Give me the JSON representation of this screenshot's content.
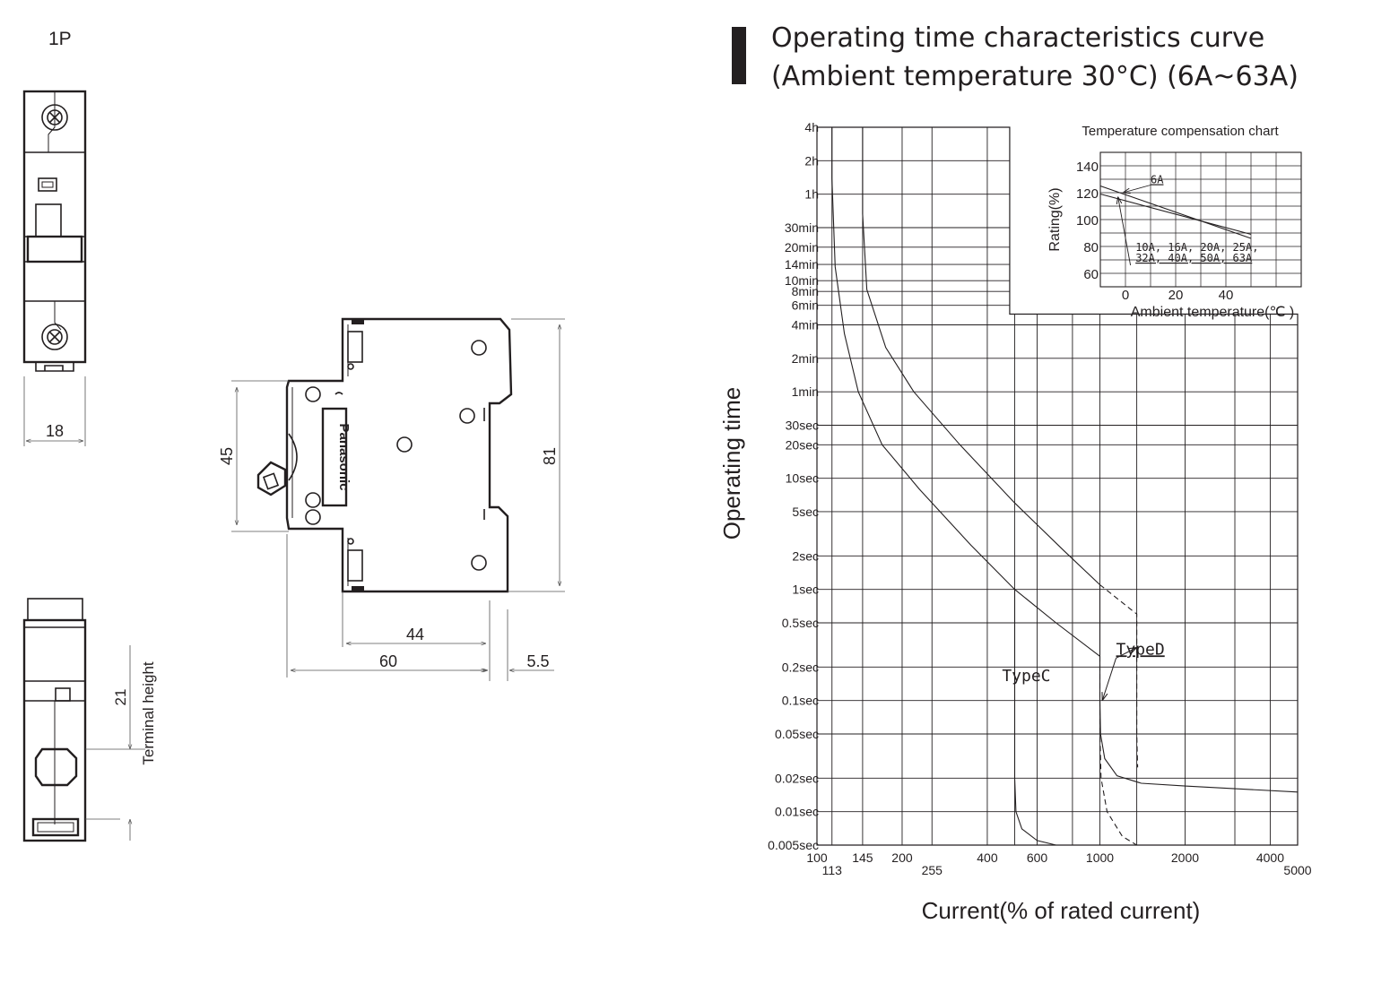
{
  "drawings": {
    "pole_label": "1P",
    "front_width": "18",
    "terminal_value": "21",
    "terminal_label": "Terminal height",
    "side_height_45": "45",
    "side_height_81": "81",
    "side_width_44": "44",
    "side_width_60": "60",
    "side_width_5_5": "5.5",
    "brand": "Panasonic"
  },
  "title": {
    "line1": "Operating time characteristics curve",
    "line2": "(Ambient temperature 30°C) (6A~63A)"
  },
  "chart_data": [
    {
      "type": "line",
      "title": "",
      "xlabel": "Current(% of rated current)",
      "ylabel": "Operating time",
      "xscale": "log",
      "yscale": "log",
      "xlim": [
        100,
        5000
      ],
      "ylim_seconds": [
        0.005,
        14400
      ],
      "x_tick_labels": [
        {
          "label": "100",
          "value": 100
        },
        {
          "label": "113",
          "value": 113
        },
        {
          "label": "145",
          "value": 145
        },
        {
          "label": "200",
          "value": 200
        },
        {
          "label": "255",
          "value": 255
        },
        {
          "label": "400",
          "value": 400
        },
        {
          "label": "600",
          "value": 600
        },
        {
          "label": "1000",
          "value": 1000
        },
        {
          "label": "2000",
          "value": 2000
        },
        {
          "label": "4000",
          "value": 4000
        },
        {
          "label": "5000",
          "value": 5000
        }
      ],
      "y_tick_labels": [
        {
          "label": "4h",
          "value": 14400
        },
        {
          "label": "2h",
          "value": 7200
        },
        {
          "label": "1h",
          "value": 3600
        },
        {
          "label": "30min",
          "value": 1800
        },
        {
          "label": "20min",
          "value": 1200
        },
        {
          "label": "14min",
          "value": 840
        },
        {
          "label": "10min",
          "value": 600
        },
        {
          "label": "8min",
          "value": 480
        },
        {
          "label": "6min",
          "value": 360
        },
        {
          "label": "4min",
          "value": 240
        },
        {
          "label": "2min",
          "value": 120
        },
        {
          "label": "1min",
          "value": 60
        },
        {
          "label": "30sec",
          "value": 30
        },
        {
          "label": "20sec",
          "value": 20
        },
        {
          "label": "10sec",
          "value": 10
        },
        {
          "label": "5sec",
          "value": 5
        },
        {
          "label": "2sec",
          "value": 2
        },
        {
          "label": "1sec",
          "value": 1
        },
        {
          "label": "0.5sec",
          "value": 0.5
        },
        {
          "label": "0.2sec",
          "value": 0.2
        },
        {
          "label": "0.1sec",
          "value": 0.1
        },
        {
          "label": "0.05sec",
          "value": 0.05
        },
        {
          "label": "0.02sec",
          "value": 0.02
        },
        {
          "label": "0.01sec",
          "value": 0.01
        },
        {
          "label": "0.005sec",
          "value": 0.005
        }
      ],
      "grid": true,
      "annotations": [
        {
          "text": "TypeC",
          "x": 640,
          "y": 0.12
        },
        {
          "text": "TypeD",
          "x": 1550,
          "y": 0.25
        }
      ],
      "series": [
        {
          "name": "",
          "style": "solid",
          "points": [
            [
              113,
              14400
            ],
            [
              113,
              5000
            ],
            [
              116,
              800
            ],
            [
              125,
              200
            ],
            [
              140,
              60
            ],
            [
              170,
              20
            ],
            [
              230,
              8
            ],
            [
              350,
              2.5
            ],
            [
              500,
              1.0
            ],
            [
              700,
              0.5
            ],
            [
              1000,
              0.25
            ]
          ]
        },
        {
          "name": "",
          "style": "solid",
          "points": [
            [
              145,
              14400
            ],
            [
              145,
              2400
            ],
            [
              150,
              500
            ],
            [
              175,
              150
            ],
            [
              220,
              60
            ],
            [
              320,
              20
            ],
            [
              500,
              6
            ],
            [
              750,
              2.2
            ],
            [
              1000,
              1.1
            ]
          ]
        },
        {
          "name": "",
          "style": "solid",
          "note": "TypeC instantaneous trip",
          "points": [
            [
              500,
              1.0
            ],
            [
              500,
              0.5
            ],
            [
              500,
              0.1
            ],
            [
              500,
              0.02
            ],
            [
              505,
              0.01
            ],
            [
              530,
              0.007
            ],
            [
              600,
              0.0055
            ],
            [
              700,
              0.005
            ]
          ]
        },
        {
          "name": "",
          "style": "solid",
          "note": "TypeD instantaneous trip",
          "points": [
            [
              1000,
              1.1
            ],
            [
              1000,
              0.25
            ],
            [
              1000,
              0.1
            ],
            [
              1005,
              0.05
            ],
            [
              1040,
              0.03
            ],
            [
              1150,
              0.021
            ],
            [
              1400,
              0.018
            ],
            [
              2000,
              0.017
            ],
            [
              5000,
              0.015
            ]
          ]
        },
        {
          "name": "",
          "style": "dashed",
          "points": [
            [
              1000,
              1.1
            ],
            [
              1350,
              0.6
            ],
            [
              1350,
              0.2
            ],
            [
              1350,
              0.05
            ],
            [
              1360,
              0.025
            ]
          ]
        },
        {
          "name": "",
          "style": "dashed",
          "points": [
            [
              1000,
              0.25
            ],
            [
              1000,
              0.05
            ],
            [
              1010,
              0.02
            ],
            [
              1060,
              0.01
            ],
            [
              1200,
              0.006
            ],
            [
              1350,
              0.005
            ]
          ]
        }
      ]
    },
    {
      "type": "line",
      "title": "Temperature compensation chart",
      "xlabel": "Ambient temperature(℃ )",
      "ylabel": "Rating(%)",
      "xlim": [
        -10,
        70
      ],
      "ylim": [
        50,
        150
      ],
      "x_ticks": [
        0,
        20,
        40
      ],
      "y_ticks": [
        60,
        80,
        100,
        120,
        140
      ],
      "grid": true,
      "annotations": [
        {
          "text": "6A",
          "x": 10,
          "y": 131
        },
        {
          "text": "10A, 16A, 20A, 25A",
          "x": 4,
          "y": 80
        },
        {
          "text": "32A, 40A, 50A, 63A",
          "x": 4,
          "y": 72
        }
      ],
      "series": [
        {
          "name": "6A",
          "points": [
            [
              -10,
              125
            ],
            [
              50,
              86
            ]
          ]
        },
        {
          "name": "10A, 16A, 20A, 25A, 32A, 40A, 50A, 63A",
          "points": [
            [
              -10,
              119
            ],
            [
              50,
              89
            ]
          ]
        }
      ]
    }
  ]
}
